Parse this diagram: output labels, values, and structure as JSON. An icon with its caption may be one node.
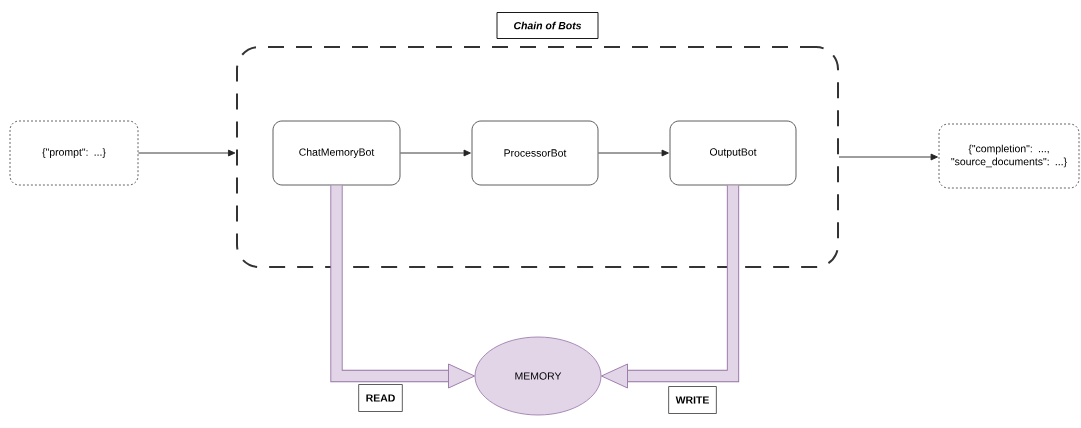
{
  "diagram": {
    "nodes": [
      {
        "text": [
          "Chain of Bots"
        ]
      },
      {
        "text": [
          "{\"prompt\": ...}"
        ]
      },
      {
        "text": [
          "ChatMemoryBot"
        ],
        "in": 0
      },
      {
        "text": [
          "ProcessorBot"
        ],
        "in": 0
      },
      {
        "text": [
          "OutputBot"
        ],
        "in": 0
      },
      {
        "text": [
          "{\"completion\": ..., \"source_documents\": ...}"
        ]
      },
      {
        "text": [
          "MEMORY"
        ]
      }
    ],
    "edges": [
      {
        "from": 1,
        "to": 0,
        "arrow": "to"
      },
      {
        "from": 2,
        "to": 3,
        "arrow": "to"
      },
      {
        "from": 3,
        "to": 4,
        "arrow": "to"
      },
      {
        "from": 0,
        "to": 5,
        "arrow": "to"
      },
      {
        "from": 2,
        "to": 6,
        "arrow": "to",
        "label": "READ",
        "style": "thick",
        "color": "#9673a6"
      },
      {
        "from": 4,
        "to": 6,
        "arrow": "to",
        "label": "WRITE",
        "style": "thick",
        "color": "#9673a6"
      }
    ]
  }
}
